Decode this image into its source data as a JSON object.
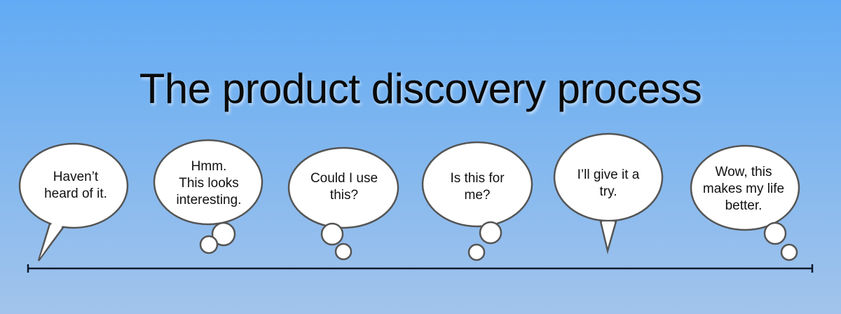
{
  "title": "The product discovery process",
  "bubbles": [
    {
      "kind": "speech",
      "lines": [
        "Haven’t",
        "heard of it."
      ]
    },
    {
      "kind": "thought",
      "lines": [
        "Hmm.",
        "This looks",
        "interesting."
      ]
    },
    {
      "kind": "thought",
      "lines": [
        "Could I use",
        "this?"
      ]
    },
    {
      "kind": "thought",
      "lines": [
        "Is this for",
        "me?"
      ]
    },
    {
      "kind": "speech",
      "lines": [
        "I’ll give it a",
        "try."
      ]
    },
    {
      "kind": "thought",
      "lines": [
        "Wow, this",
        "makes my life",
        "better."
      ]
    }
  ],
  "colors": {
    "bubble_fill": "#ffffff",
    "bubble_stroke": "#555555",
    "timeline": "#0d1a2e"
  }
}
